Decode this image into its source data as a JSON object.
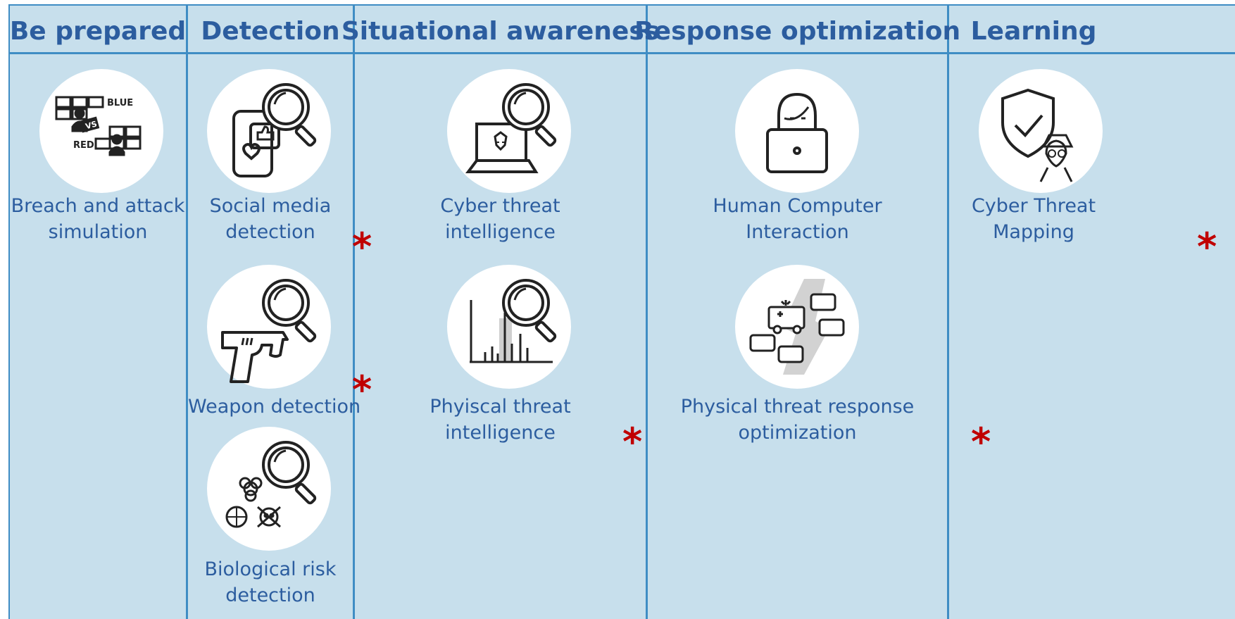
{
  "columns": [
    {
      "header": "Be prepared",
      "items": [
        {
          "lines": [
            "Breach and attack",
            "simulation"
          ],
          "starred": false
        }
      ]
    },
    {
      "header": "Detection",
      "items": [
        {
          "lines": [
            "Social media",
            "detection"
          ],
          "starred": true
        },
        {
          "lines": [
            "Weapon detection"
          ],
          "starred": true
        },
        {
          "lines": [
            "Biological risk",
            "detection"
          ],
          "starred": false
        }
      ]
    },
    {
      "header": "Situational awareness",
      "items": [
        {
          "lines": [
            "Cyber threat",
            "intelligence"
          ],
          "starred": false
        },
        {
          "lines": [
            "Phyiscal threat",
            "intelligence"
          ],
          "starred": true
        }
      ]
    },
    {
      "header": "Response optimization",
      "items": [
        {
          "lines": [
            "Human Computer",
            "Interaction"
          ],
          "starred": false
        },
        {
          "lines": [
            "Physical threat response",
            "optimization"
          ],
          "starred": true
        }
      ]
    },
    {
      "header": "Learning",
      "items": [
        {
          "lines": [
            "Cyber Threat",
            "Mapping"
          ],
          "starred": true
        }
      ]
    }
  ],
  "icon_texts": {
    "blue": "BLUE",
    "red": "RED",
    "vs": "VS"
  },
  "star_glyph": "*",
  "colors": {
    "background": "#c7dfec",
    "divider": "#3f8dc4",
    "text": "#2c5d9f",
    "star": "#c00000"
  }
}
